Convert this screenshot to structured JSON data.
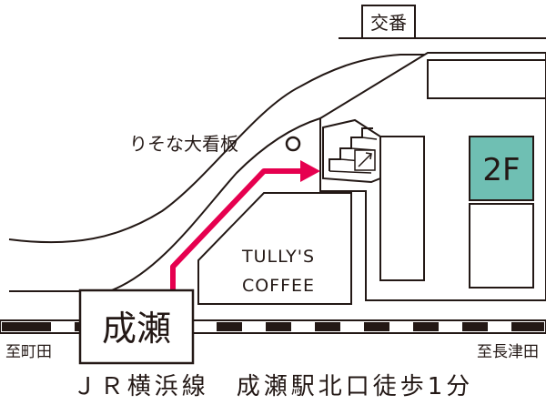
{
  "map": {
    "koban_label": "交番",
    "billboard_label": "りそな大看板",
    "cafe_line1": "TULLY'S",
    "cafe_line2": "COFFEE",
    "floor_label": "2F",
    "station_label": "成瀬",
    "direction_left": "至町田",
    "direction_right": "至長津田"
  },
  "footer": {
    "line_name": "ＪＲ横浜線",
    "directions_text": "成瀬駅北口徒歩1分"
  },
  "colors": {
    "route": "#e6004f",
    "floor_highlight": "#6fbfb3",
    "ink": "#231815"
  }
}
